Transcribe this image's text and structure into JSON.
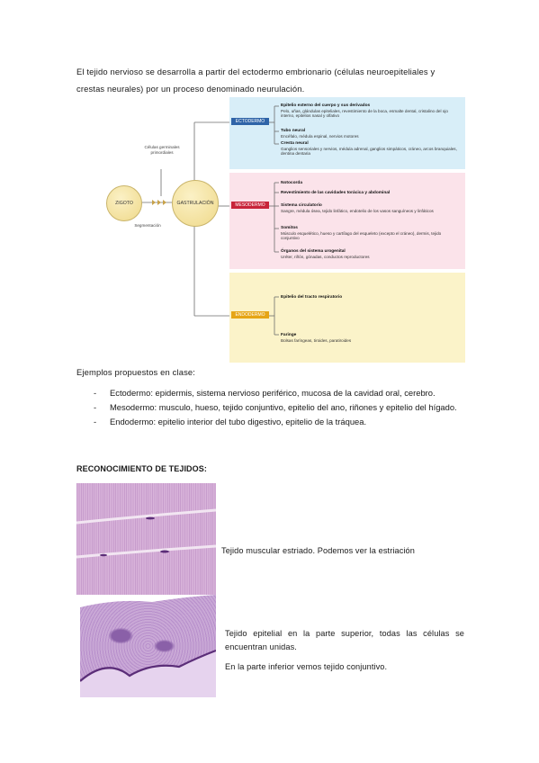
{
  "intro_text": "El tejido nervioso se desarrolla a partir del ectodermo embrionario (células neuroepiteliales y crestas neurales) por un proceso denominado neurulación.",
  "diagram": {
    "zigoto": "ZIGOTO",
    "gastrulacion": "GASTRULACIÓN",
    "segmentacion": "Segmentación",
    "celulas_germinales": "Células germinales primordiales",
    "ectodermo": {
      "label": "ECTODERMO",
      "items": [
        {
          "title": "Epitelio externo del cuerpo y sus derivados",
          "detail": "Pelo, uñas, glándulas epiteliales, revestimiento de la boca, esmalte dental, cristalino del ojo interno, epitelios nasal y olfativo"
        },
        {
          "title": "Tubo neural",
          "detail": "Encéfalo, médula espinal, nervios motores"
        },
        {
          "title": "Cresta neural",
          "detail": "Ganglios sensoriales y nervios, médula adrenal, ganglios simpáticos, cráneo, arcos branquiales, dentina dentaria"
        }
      ]
    },
    "mesodermo": {
      "label": "MESODERMO",
      "items": [
        {
          "title": "Notocorda",
          "detail": ""
        },
        {
          "title": "Revestimiento de las cavidades torácica y abdominal",
          "detail": ""
        },
        {
          "title": "Sistema circulatorio",
          "detail": "Sangre, médula ósea, tejido linfático, endotelio de los vasos sanguíneos y linfáticos"
        },
        {
          "title": "Somitos",
          "detail": "Músculo esquelético, hueso y cartílago del esqueleto (excepto el cráneo), dermis, tejido conjuntivo"
        },
        {
          "title": "Órganos del sistema urogenital",
          "detail": "Uréter, riñón, gónadas, conductos reproductores"
        }
      ]
    },
    "endodermo": {
      "label": "ENDODERMO",
      "items": [
        {
          "title": "Epitelio del tracto respiratorio",
          "detail": ""
        },
        {
          "title": "Faringe",
          "detail": "Bolsas faríngeas, tiroides, paratiroides"
        }
      ]
    }
  },
  "examples_title": "Ejemplos propuestos en clase:",
  "examples": [
    "Ectodermo: epidermis, sistema nervioso periférico, mucosa de la cavidad oral, cerebro.",
    "Mesodermo: musculo, hueso, tejido conjuntivo, epitelio del ano, riñones y epitelio del hígado.",
    "Endodermo: epitelio interior del tubo digestivo, epitelio de la tráquea."
  ],
  "recon_title": "RECONOCIMIENTO DE TEJIDOS:",
  "caption_muscle": "Tejido muscular estriado. Podemos ver la estriación",
  "caption_epi_1": "Tejido epitelial en la parte superior, todas las células se encuentran unidas.",
  "caption_epi_2": "En la parte inferior vemos tejido conjuntivo."
}
